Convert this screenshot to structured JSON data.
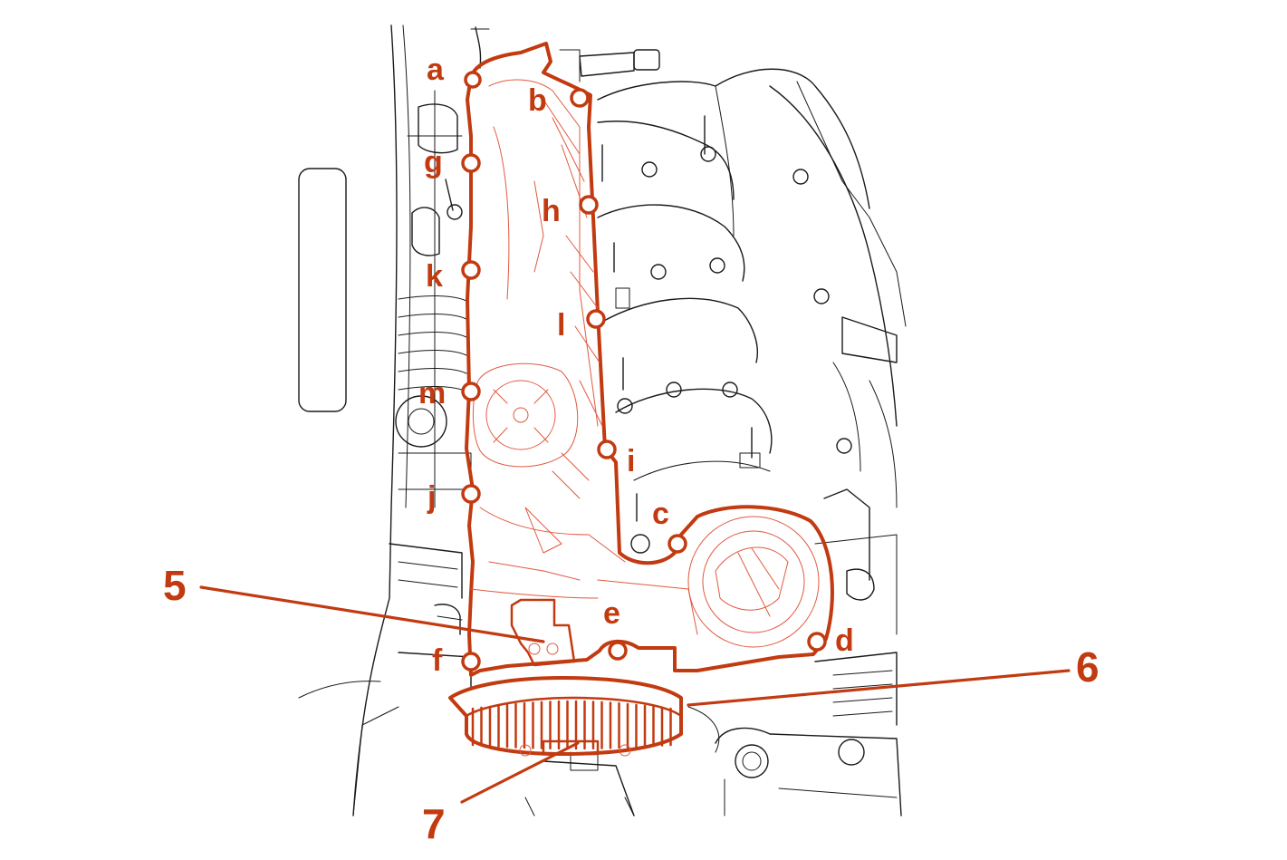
{
  "colors": {
    "highlight": "#c23a10",
    "highlight_light": "#e05a40",
    "line_art": "#1a1a1a",
    "background": "#ffffff"
  },
  "bolt_labels": [
    "a",
    "b",
    "c",
    "d",
    "e",
    "f",
    "g",
    "h",
    "i",
    "j",
    "k",
    "l",
    "m"
  ],
  "callouts": {
    "item_5": "5",
    "item_6": "6",
    "item_7": "7"
  }
}
